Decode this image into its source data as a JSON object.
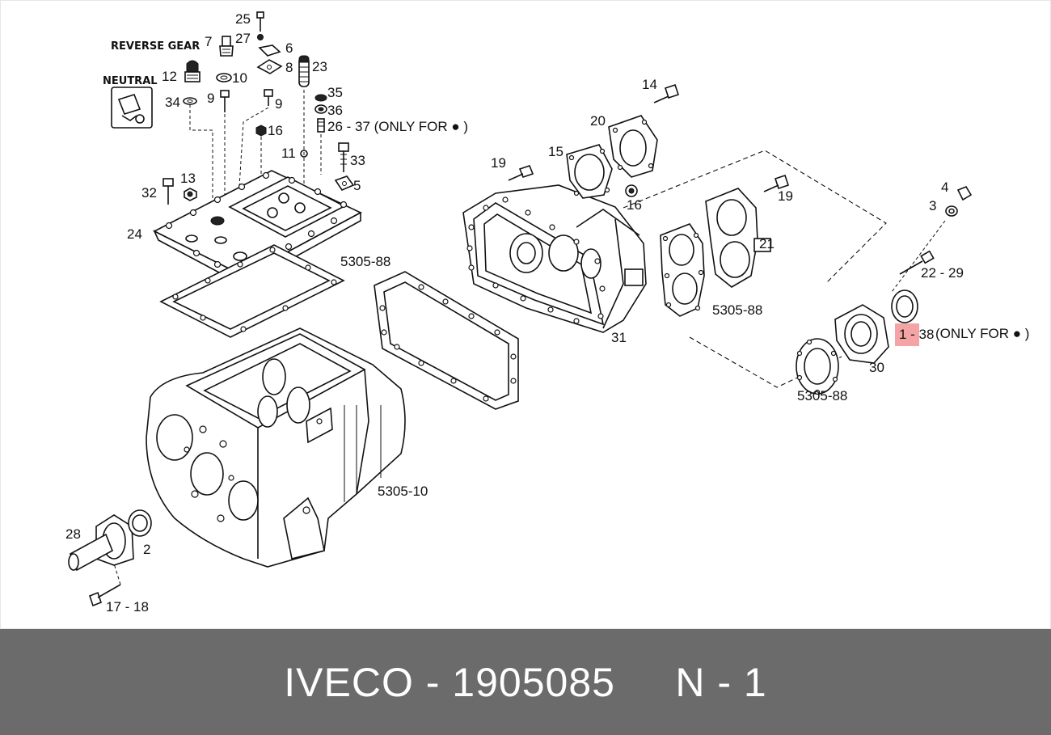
{
  "diagram": {
    "labels": {
      "reverse_gear": "REVERSE GEAR",
      "neutral": "NEUTRAL",
      "l25": "25",
      "l27": "27",
      "l7": "7",
      "l6": "6",
      "l8": "8",
      "l23": "23",
      "l12": "12",
      "l10": "10",
      "l34": "34",
      "l9a": "9",
      "l9b": "9",
      "l35": "35",
      "l36": "36",
      "l26_37": "26 - 37 (ONLY FOR ● )",
      "l16a": "16",
      "l11": "11",
      "l33": "33",
      "l13": "13",
      "l32": "32",
      "l5": "5",
      "l24": "24",
      "ref_5305_88_a": "5305-88",
      "l14": "14",
      "l20": "20",
      "l15": "15",
      "l19a": "19",
      "l16b": "16",
      "l19b": "19",
      "l21": "21",
      "ref_5305_88_b": "5305-88",
      "l31": "31",
      "l4": "4",
      "l3": "3",
      "l22_29": "22 - 29",
      "l1_38": "1 - 38",
      "only_for": "(ONLY FOR ● )",
      "l30": "30",
      "ref_5305_88_c": "5305-88",
      "ref_5305_10": "5305-10",
      "l28": "28",
      "l2": "2",
      "l17_18": "17 - 18"
    },
    "highlight_color": "#f4a4a4"
  },
  "footer": {
    "text": "IVECO - 1905085     N - 1",
    "background": "#6b6b6b"
  }
}
